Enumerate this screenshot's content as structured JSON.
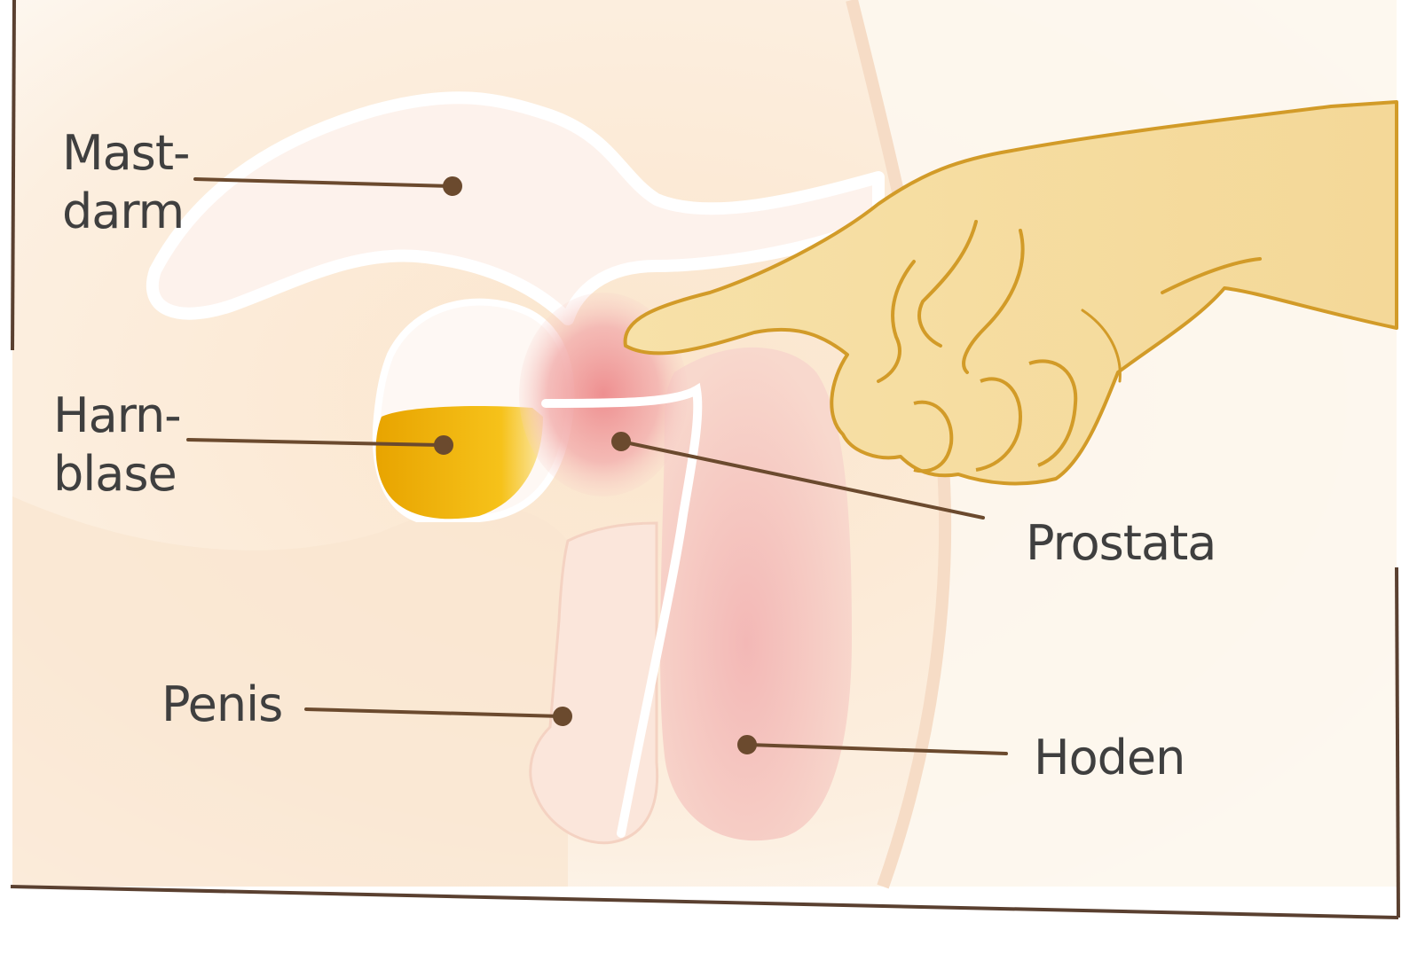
{
  "diagram": {
    "labels": {
      "mastdarm": {
        "line1": "Mast-",
        "line2": "darm"
      },
      "harnblase": {
        "line1": "Harn-",
        "line2": "blase"
      },
      "prostata": "Prostata",
      "penis": "Penis",
      "hoden": "Hoden"
    },
    "colors": {
      "background": "#fdf6ec",
      "skin": "#f7dfc4",
      "hand": "#f5dda0",
      "hand_outline": "#d29b28",
      "bladder": "#f0b400",
      "prostate": "#f1a3a3",
      "testis": "#f4c5c0",
      "leader_line": "#6b4a2e",
      "frame": "#5a4030"
    }
  }
}
